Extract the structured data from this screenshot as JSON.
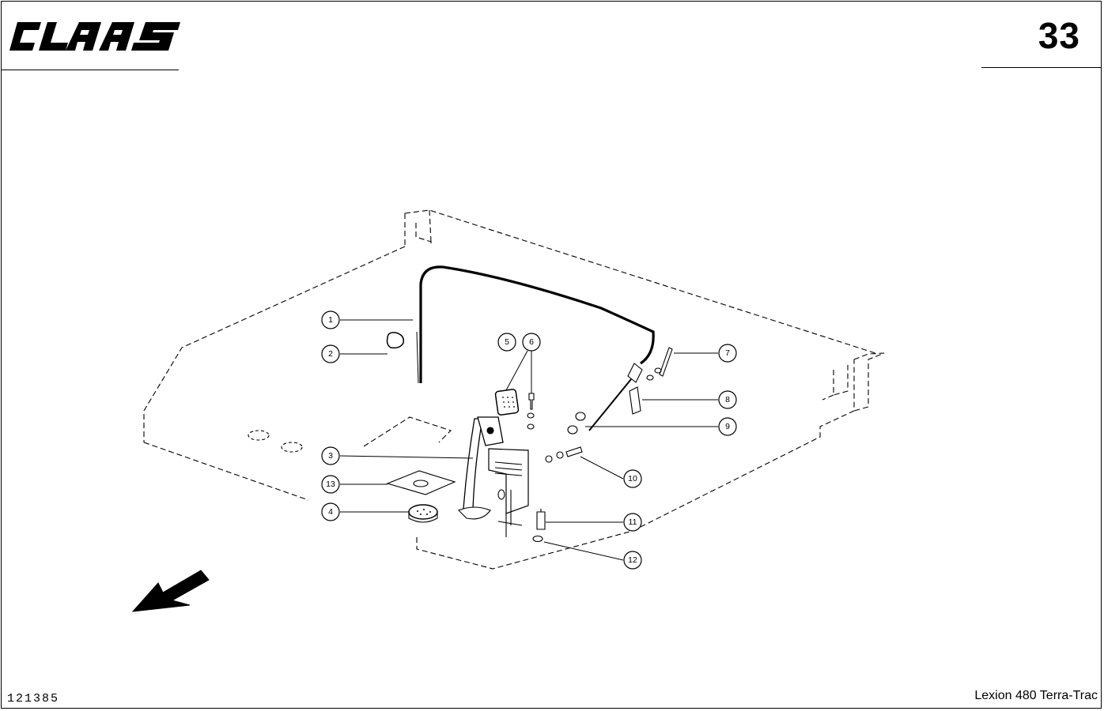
{
  "header": {
    "brand": "CLAAS",
    "page_number": "33"
  },
  "footer": {
    "drawing_number": "121385",
    "model": "Lexion 480 Terra-Trac"
  },
  "callouts": [
    {
      "id": "1"
    },
    {
      "id": "2"
    },
    {
      "id": "3"
    },
    {
      "id": "4"
    },
    {
      "id": "5"
    },
    {
      "id": "6"
    },
    {
      "id": "7"
    },
    {
      "id": "8"
    },
    {
      "id": "9"
    },
    {
      "id": "10"
    },
    {
      "id": "11"
    },
    {
      "id": "12"
    },
    {
      "id": "13"
    }
  ],
  "icons": {
    "direction": "direction-arrow-icon"
  }
}
